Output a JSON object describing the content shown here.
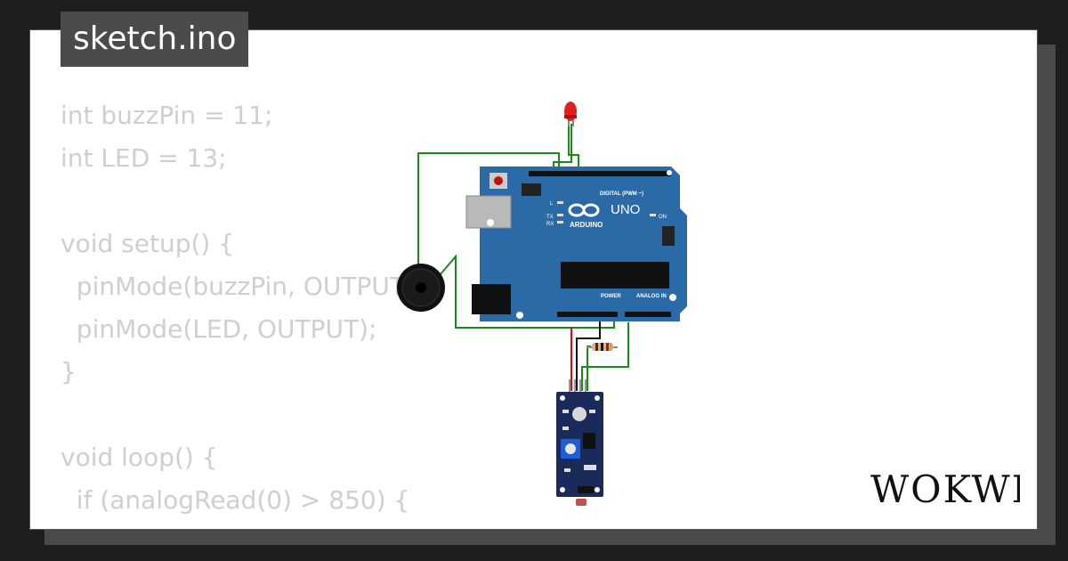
{
  "title": "sketch.ino",
  "code_lines": [
    "int buzzPin = 11;",
    "int LED = 13;",
    "",
    "void setup() {",
    "  pinMode(buzzPin, OUTPUT);",
    "  pinMode(LED, OUTPUT);",
    "}",
    "",
    "void loop() {",
    "  if (analogRead(0) > 850) {"
  ],
  "board": {
    "brand": "ARDUINO",
    "model": "UNO",
    "digital_header": "DIGITAL (PWM ~)",
    "power_header": "POWER",
    "analog_header": "ANALOG IN",
    "led_l": "L",
    "led_tx": "TX",
    "led_rx": "RX",
    "led_on": "ON"
  },
  "logo_text": "WOKWI",
  "colors": {
    "board": "#2a6aa6",
    "wire": "#1a8a1a",
    "wire_red": "#d01010",
    "wire_black": "#111111",
    "sensor": "#1a2a5a"
  }
}
